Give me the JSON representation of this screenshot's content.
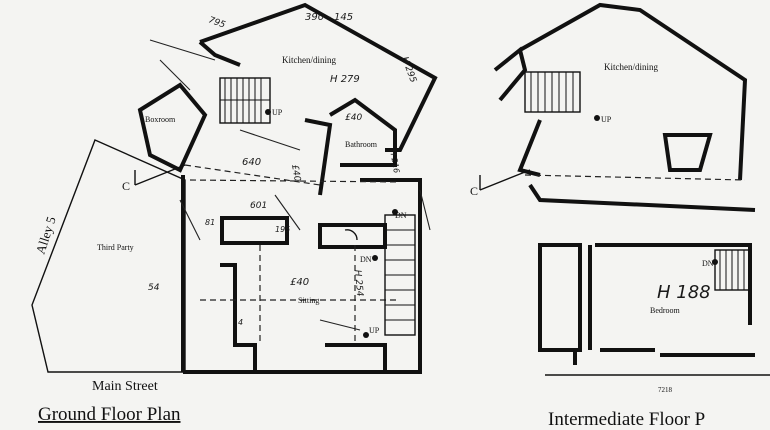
{
  "ground": {
    "title": "Ground Floor Plan",
    "street": "Main Street",
    "alley": "Alley 5",
    "rooms": {
      "kitchen": "Kitchen/dining",
      "boxroom": "Boxroom",
      "bathroom": "Bathroom",
      "third_party": "Third Party",
      "sitting": "Sitting"
    },
    "markers": {
      "up1": "UP",
      "up2": "UP",
      "dn1": "DN",
      "dn2": "DN",
      "section": "C"
    },
    "handwritten": {
      "h1": "795",
      "h2": "390 - 145",
      "h3": "H 279",
      "h4": "£40",
      "h5": "640",
      "h6": "601",
      "h7": "195",
      "h8": "£40",
      "h9": "H 254",
      "h10": "H 295",
      "h11": "£40",
      "h12": "H 216",
      "h13": "81",
      "h14": "54",
      "h15": "4"
    }
  },
  "intermediate": {
    "title": "Intermediate Floor P",
    "rooms": {
      "kitchen": "Kitchen/dining",
      "bedroom": "Bedroom"
    },
    "markers": {
      "up": "UP",
      "dn": "DN",
      "section": "C"
    },
    "height": "H 188",
    "dimension": "7218"
  }
}
